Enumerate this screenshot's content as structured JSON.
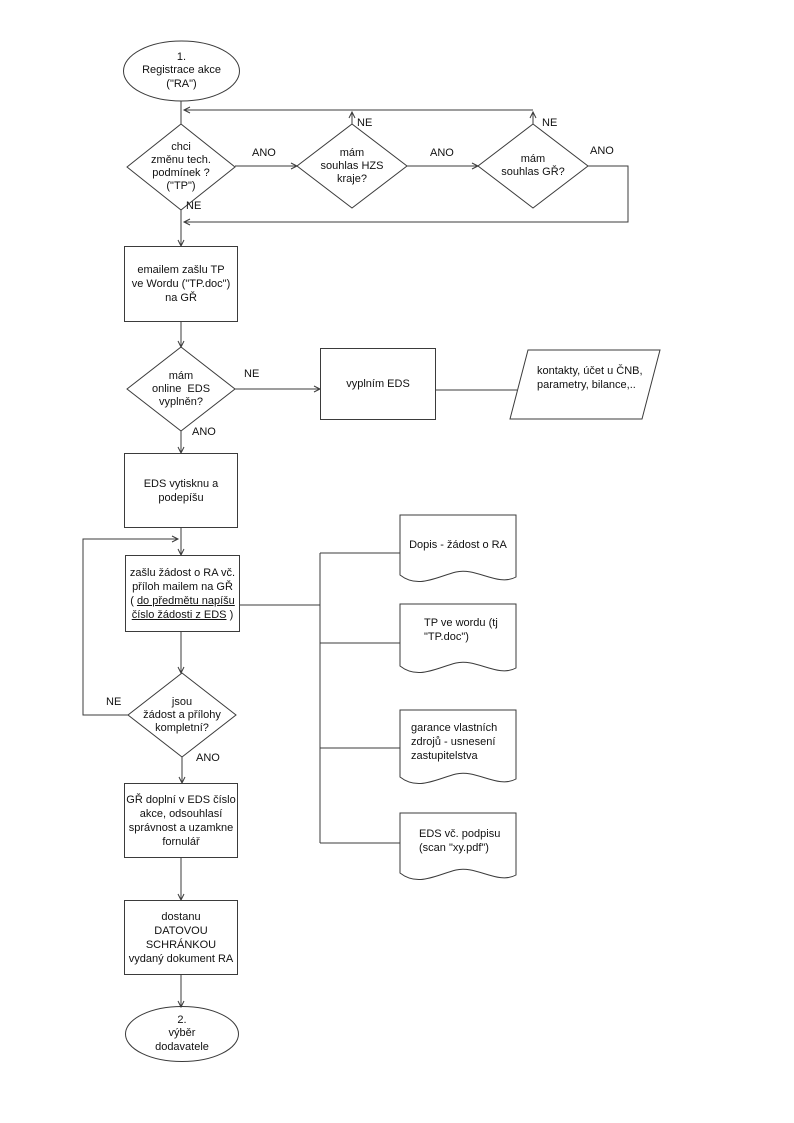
{
  "labels": {
    "yes": "ANO",
    "no": "NE"
  },
  "nodes": {
    "start": {
      "lines": [
        "1.",
        "Registrace akce",
        "(\"RA\")"
      ]
    },
    "decide_tp": {
      "lines": [
        "chci",
        "změnu tech.",
        "podmínek ?",
        "(\"TP\")"
      ]
    },
    "decide_hzs": {
      "lines": [
        "mám",
        "souhlas HZS",
        "kraje?"
      ]
    },
    "decide_gr": {
      "lines": [
        "mám",
        "souhlas GŘ?"
      ]
    },
    "email_tp": {
      "lines": [
        "emailem zašlu TP",
        "ve Wordu (\"TP.doc\")",
        "na GŘ"
      ]
    },
    "decide_eds": {
      "lines": [
        "mám",
        "online  EDS",
        "vyplněn?"
      ]
    },
    "fill_eds": {
      "lines": [
        "vyplním EDS"
      ]
    },
    "eds_data": {
      "lines": [
        "kontakty, účet u ČNB,",
        "parametry, bilance,.."
      ]
    },
    "print_eds": {
      "lines": [
        "EDS vytisknu a",
        "podepíšu"
      ]
    },
    "send_request": {
      "before": "zašlu žádost o RA vč. příloh mailem na GŘ ( ",
      "underlined": "do předmětu napíšu číslo žádosti z EDS",
      "after": " )"
    },
    "decide_complete": {
      "lines": [
        "jsou",
        "žádost a přílohy",
        "kompletní?"
      ]
    },
    "gr_confirm": {
      "lines": [
        "GŘ doplní v EDS číslo",
        "akce, odsouhlasí",
        "správnost a uzamkne",
        "fornulář"
      ]
    },
    "receive_ra": {
      "lines": [
        "dostanu",
        "DATOVOU",
        "SCHRÁNKOU",
        "vydaný dokument RA"
      ]
    },
    "end": {
      "lines": [
        "2.",
        "výběr",
        "dodavatele"
      ]
    }
  },
  "documents": [
    {
      "lines": [
        "Dopis - žádost o RA"
      ]
    },
    {
      "lines": [
        "TP ve wordu (tj",
        "\"TP.doc\")"
      ]
    },
    {
      "lines": [
        "garance vlastních",
        "zdrojů - usnesení",
        "zastupitelstva"
      ]
    },
    {
      "lines": [
        "EDS vč. podpisu",
        "(scan \"xy.pdf\")"
      ]
    }
  ]
}
